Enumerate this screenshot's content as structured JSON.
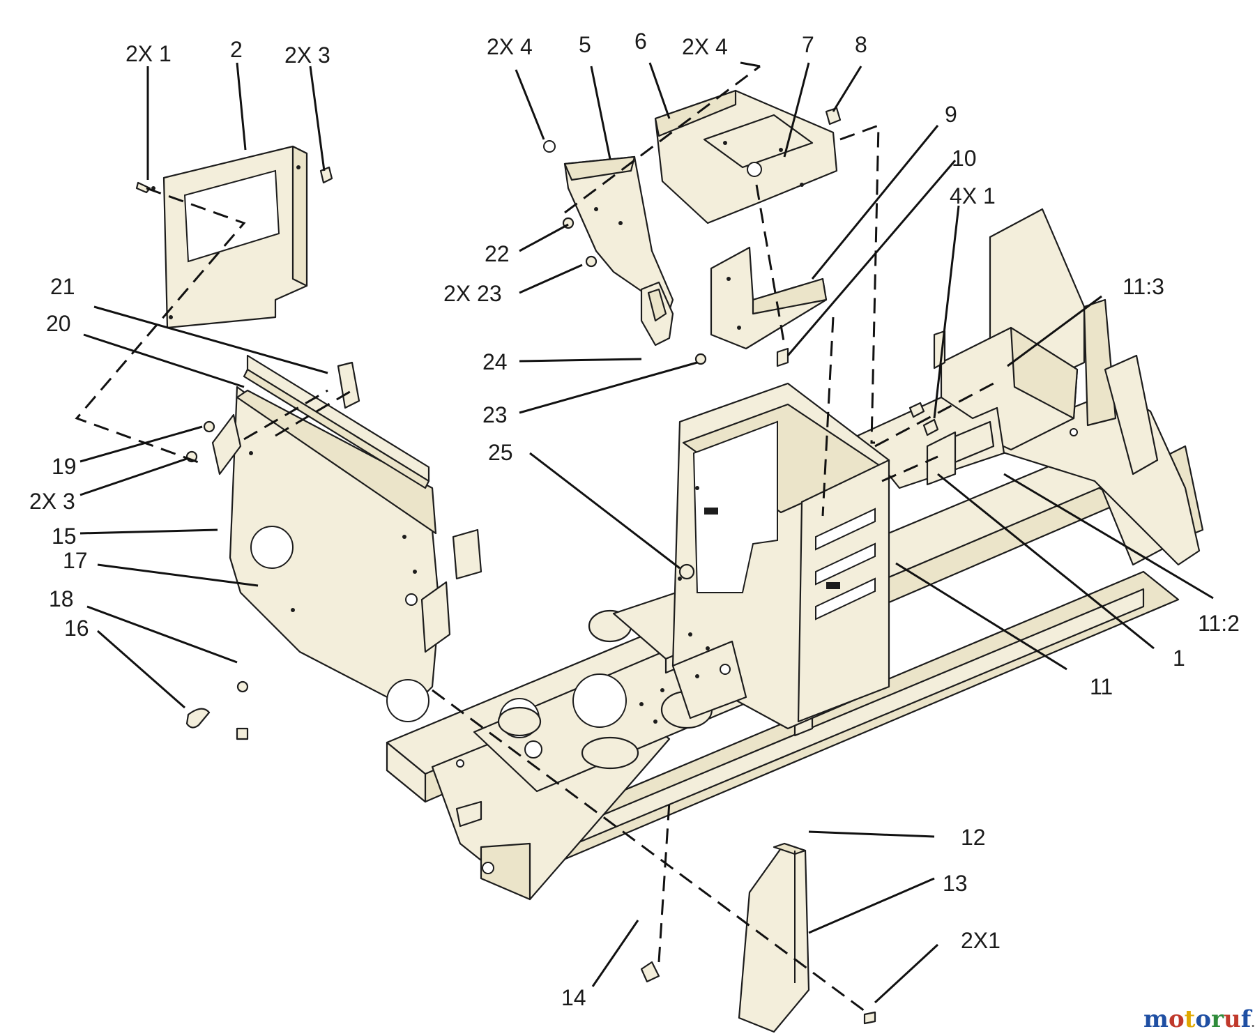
{
  "labels": {
    "l_2x1_top": "2X 1",
    "l_2": "2",
    "l_2x3_top": "2X 3",
    "l_2x4_a": "2X 4",
    "l_5": "5",
    "l_6": "6",
    "l_2x4_b": "2X 4",
    "l_7": "7",
    "l_8": "8",
    "l_9": "9",
    "l_10": "10",
    "l_4x1": "4X 1",
    "l_11_3": "11:3",
    "l_21": "21",
    "l_20": "20",
    "l_22": "22",
    "l_2x23": "2X 23",
    "l_24": "24",
    "l_23": "23",
    "l_25": "25",
    "l_19": "19",
    "l_2x3_mid": "2X 3",
    "l_15": "15",
    "l_17": "17",
    "l_18": "18",
    "l_16": "16",
    "l_11": "11",
    "l_1": "1",
    "l_11_2": "11:2",
    "l_12": "12",
    "l_13": "13",
    "l_2x1_bot": "2X1",
    "l_14": "14"
  },
  "watermark": {
    "prefix": "motoruf",
    "suffix": ".de",
    "colors": [
      "#1f4fa3",
      "#c0392b",
      "#e0a800",
      "#1f4fa3",
      "#2e8b3a",
      "#c0392b",
      "#1f4fa3"
    ]
  }
}
